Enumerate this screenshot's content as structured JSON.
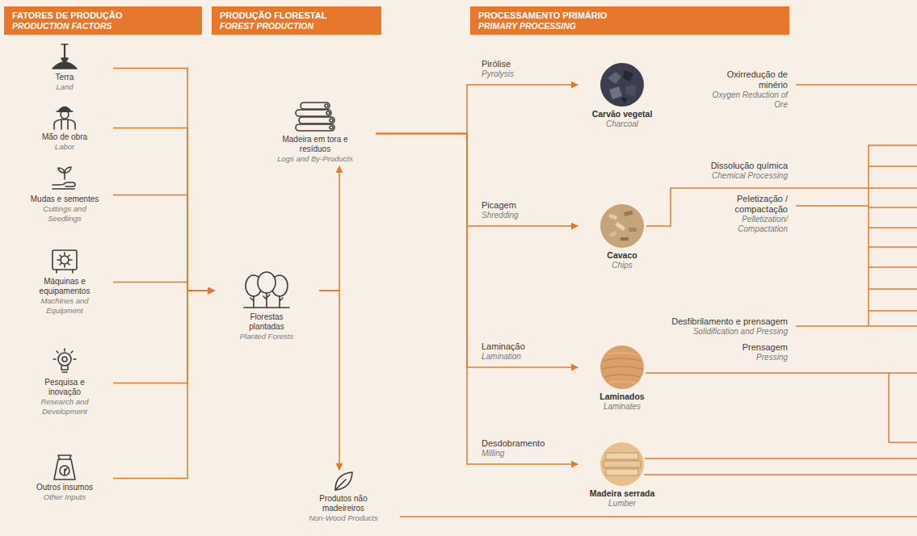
{
  "diagram": {
    "nodes": [
      {
        "text": [
          "FATORES DE PRODUÇÃO",
          "PRODUCTION FACTORS"
        ]
      },
      {
        "text": [
          "PRODUÇÃO FLORESTAL",
          "FOREST PRODUCTION"
        ]
      },
      {
        "text": [
          "PROCESSAMENTO PRIMÁRIO",
          "PRIMARY PROCESSING"
        ]
      },
      {
        "text": [
          "Terra",
          "Land"
        ]
      },
      {
        "text": [
          "Mão de obra",
          "Labor"
        ]
      },
      {
        "text": [
          "Mudas e sementes",
          "Cuttings and Seedlings"
        ]
      },
      {
        "text": [
          "Máquinas e equipamentos",
          "Machines and Equipment"
        ]
      },
      {
        "text": [
          "Pesquisa e inovação",
          "Research and Development"
        ]
      },
      {
        "text": [
          "Outros insumos",
          "Other Inputs"
        ]
      },
      {
        "text": [
          "Madeira em tora e resíduos",
          "Logs and By-Products"
        ]
      },
      {
        "text": [
          "Florestas plantadas",
          "Planted Forests"
        ]
      },
      {
        "text": [
          "Produtos não madeireiros",
          "Non-Wood Products"
        ]
      },
      {
        "text": [
          "Carvão vegetal",
          "Charcoal"
        ]
      },
      {
        "text": [
          "Cavaco",
          "Chips"
        ]
      },
      {
        "text": [
          "Laminados",
          "Laminates"
        ]
      },
      {
        "text": [
          "Madeira serrada",
          "Lumber"
        ]
      }
    ],
    "edges": [
      {
        "from": 3,
        "to": 10,
        "arrow": "to"
      },
      {
        "from": 4,
        "to": 10,
        "arrow": "to"
      },
      {
        "from": 5,
        "to": 10,
        "arrow": "to"
      },
      {
        "from": 6,
        "to": 10,
        "arrow": "to"
      },
      {
        "from": 7,
        "to": 10,
        "arrow": "to"
      },
      {
        "from": 8,
        "to": 10,
        "arrow": "to"
      },
      {
        "from": 10,
        "to": 9,
        "arrow": "to"
      },
      {
        "from": 10,
        "to": 11,
        "arrow": "to"
      },
      {
        "from": 9,
        "to": 12,
        "label": "Pirólise",
        "arrow": "to"
      },
      {
        "from": 9,
        "to": 13,
        "label": "Picagem",
        "arrow": "to"
      },
      {
        "from": 9,
        "to": 14,
        "label": "Laminação",
        "arrow": "to"
      },
      {
        "from": 9,
        "to": 15,
        "label": "Desdobramento",
        "arrow": "to"
      }
    ],
    "labels": [
      "Pyrolysis",
      "Shredding",
      "Lamination",
      "Milling",
      "Oxirredução de minério",
      "Oxygen Reduction of Ore",
      "Dissolução química",
      "Chemical Processing",
      "Peletização / compactação",
      "Pelletization/ Compactation",
      "Desfibrilamento e prensagem",
      "Solidification and Pressing",
      "Prensagem",
      "Pressing"
    ]
  }
}
